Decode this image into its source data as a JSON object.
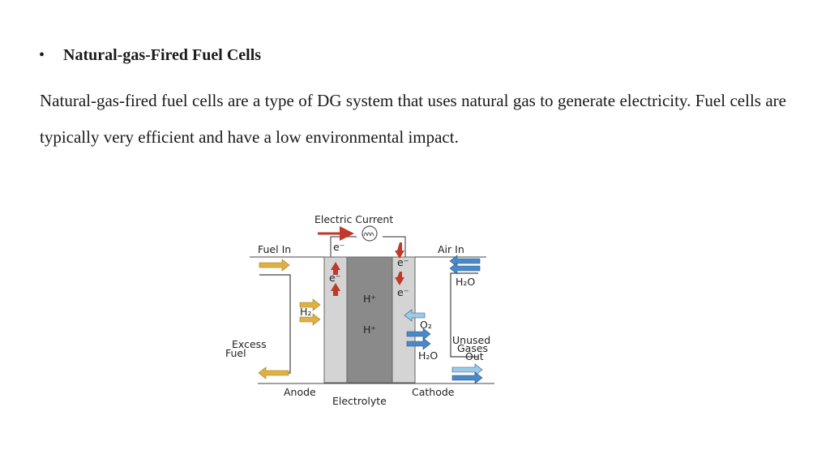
{
  "bullet": {
    "symbol": "•",
    "heading": "Natural-gas-Fired Fuel Cells"
  },
  "paragraph": "Natural-gas-fired fuel cells are a type of DG system that uses natural gas to generate electricity. Fuel cells are typically very efficient and have a low environmental impact.",
  "diagram": {
    "labels": {
      "electric_current": "Electric Current",
      "fuel_in": "Fuel In",
      "air_in": "Air In",
      "h2": "H₂",
      "excess_fuel_line1": "Excess",
      "excess_fuel_line2": "Fuel",
      "anode": "Anode",
      "electrolyte": "Electrolyte",
      "cathode": "Cathode",
      "h_plus_1": "H⁺",
      "h_plus_2": "H⁺",
      "o2": "O₂",
      "h2o_top": "H₂O",
      "h2o_bottom": "H₂O",
      "unused_line1": "Unused",
      "unused_line2": "Gases",
      "unused_line3": "Out",
      "e_top_left": "e⁻",
      "e_left_mid": "e⁻",
      "e_right_top": "e⁻",
      "e_right_mid": "e⁻"
    },
    "colors": {
      "electron_arrow": "#c0392b",
      "fuel_arrow": "#e0b040",
      "air_arrow": "#4a88c8",
      "electrode": "#d4d4d4",
      "electrolyte": "#8a8a8a"
    }
  }
}
